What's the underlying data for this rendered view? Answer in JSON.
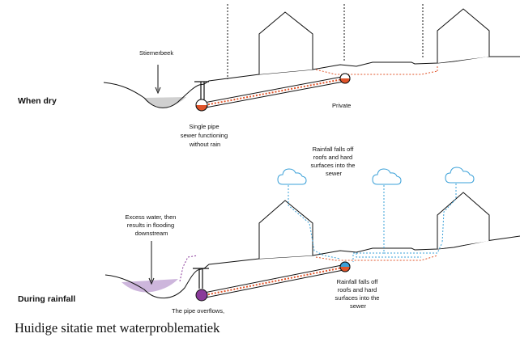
{
  "colors": {
    "line": "#111111",
    "sewer_red": "#e0542a",
    "sewer_fill_dry": "#e0542a",
    "rain_blue": "#3aa0d8",
    "overflow_purple": "#8a3a9a",
    "overflow_fill": "#cdb6dc",
    "pond_gray": "#d0d0d0"
  },
  "dry": {
    "state_label": "When dry",
    "stream_label": "Stiemerbeek",
    "pipe_label": [
      "Single pipe",
      "sewer functioning",
      "without rain"
    ],
    "private_label": "Private"
  },
  "rain": {
    "state_label": "During rainfall",
    "excess_label": [
      "Excess water, then",
      "results in flooding",
      "downstream"
    ],
    "roof_label": [
      "Rainfall falls off",
      "roofs and hard",
      "surfaces into the",
      "sewer"
    ],
    "surface_label": [
      "Rainfall falls off",
      "roofs and hard",
      "surfaces into the",
      "sewer"
    ],
    "overflow_label": "The pipe overflows,"
  },
  "caption": "Huidige sitatie met waterproblematiek",
  "icons": [
    "cloud-icon",
    "arrow-down-icon"
  ]
}
